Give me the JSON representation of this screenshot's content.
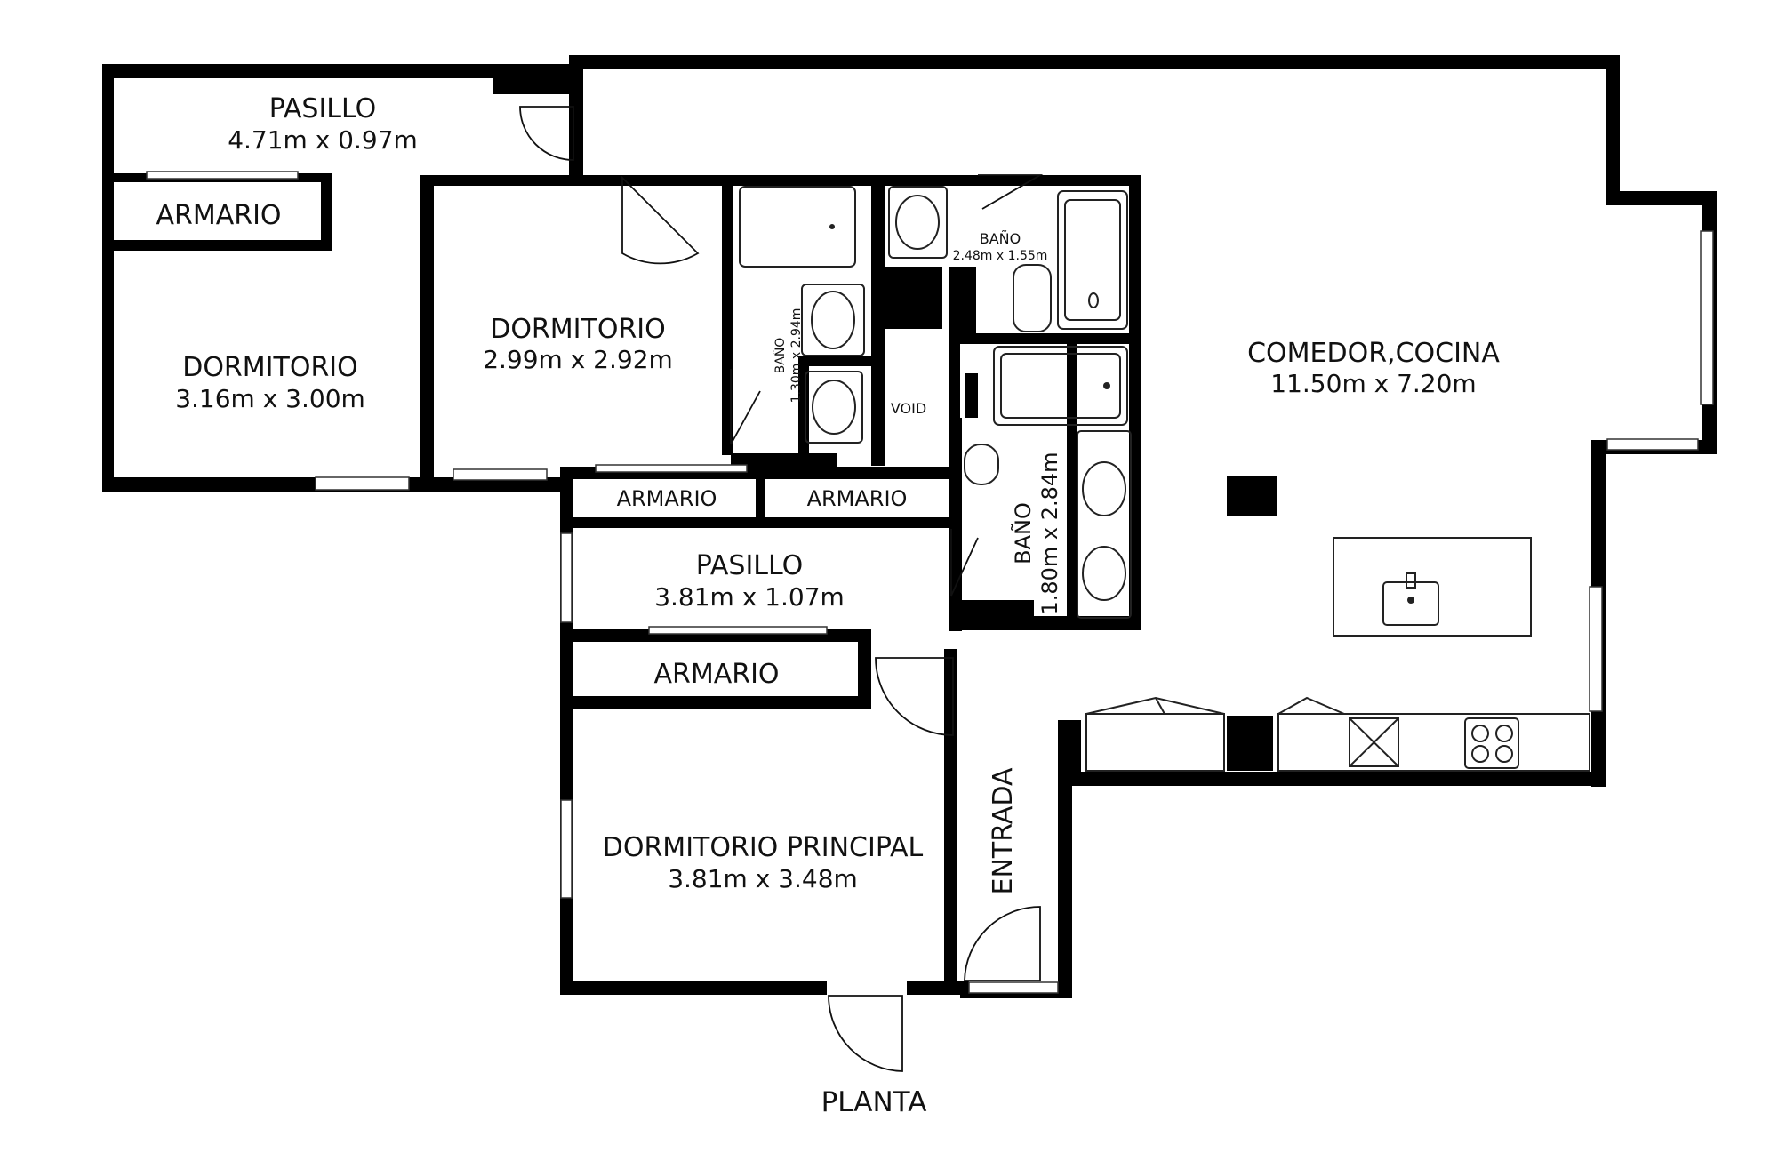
{
  "plan": {
    "caption": "PLANTA",
    "wall_color": "#000000",
    "rooms": {
      "pasillo_top": {
        "name": "PASILLO",
        "dims": "4.71m x 0.97m"
      },
      "armario_top": {
        "name": "ARMARIO"
      },
      "dorm_left": {
        "name": "DORMITORIO",
        "dims": "3.16m x 3.00m"
      },
      "dorm_mid": {
        "name": "DORMITORIO",
        "dims": "2.99m x 2.92m"
      },
      "bano_small": {
        "name": "BAÑO",
        "dims": "1.30m x 2.94m"
      },
      "bano_top": {
        "name": "BAÑO",
        "dims": "2.48m x 1.55m"
      },
      "void": {
        "name": "VOID"
      },
      "bano_right": {
        "name": "BAÑO",
        "dims": "1.80m x 2.84m"
      },
      "armario_a": {
        "name": "ARMARIO"
      },
      "armario_b": {
        "name": "ARMARIO"
      },
      "pasillo_mid": {
        "name": "PASILLO",
        "dims": "3.81m x 1.07m"
      },
      "armario_c": {
        "name": "ARMARIO"
      },
      "dorm_principal": {
        "name": "DORMITORIO PRINCIPAL",
        "dims": "3.81m x 3.48m"
      },
      "entrada": {
        "name": "ENTRADA"
      },
      "comedor": {
        "name": "COMEDOR,COCINA",
        "dims": "11.50m x 7.20m"
      }
    }
  }
}
